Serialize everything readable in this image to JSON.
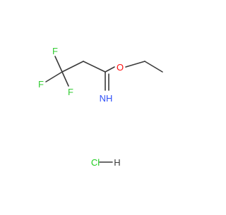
{
  "molecule": {
    "atoms": {
      "f_top": "F",
      "f_left": "F",
      "f_bottom": "F",
      "oxygen": "O",
      "imine_n": "NH"
    },
    "salt": {
      "chlorine": "Cl",
      "hydrogen": "H"
    }
  },
  "colors": {
    "bond": "#3a3a3a",
    "fluorine": "#33cc33",
    "oxygen": "#ff0d0d",
    "nitrogen": "#3050f8",
    "chlorine": "#1fcf1f",
    "hydrogen": "#3a3a3a",
    "background": "#ffffff"
  }
}
